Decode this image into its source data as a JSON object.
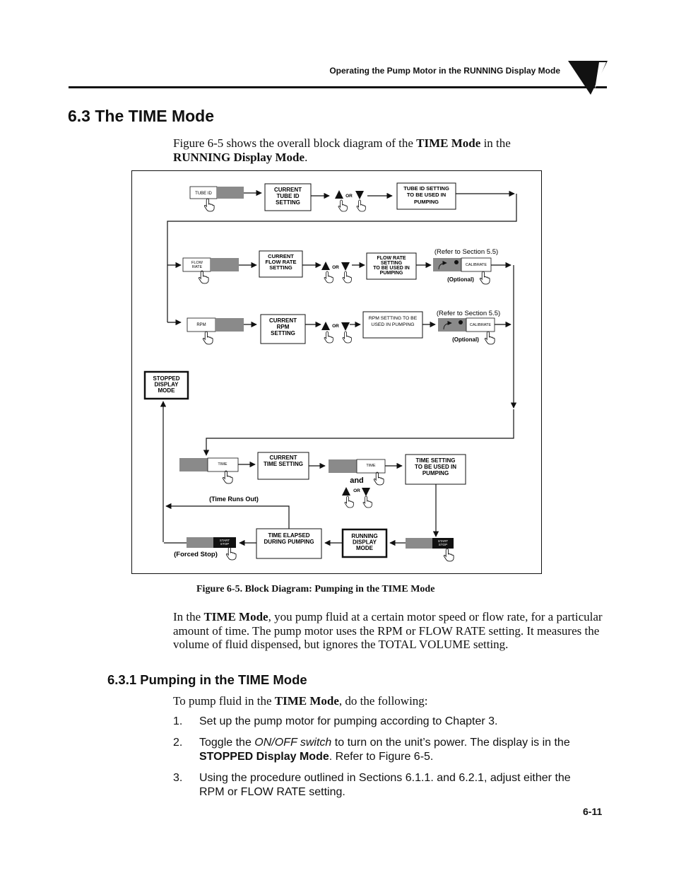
{
  "header": {
    "title": "Operating the Pump Motor in the RUNNING Display Mode"
  },
  "section": {
    "title": "6.3  The TIME Mode"
  },
  "intro": {
    "p1": "Figure 6-5 shows the overall block diagram of the ",
    "b1": "TIME Mode",
    "p2": " in the ",
    "b2": "RUNNING Display Mode",
    "p3": "."
  },
  "diagram": {
    "tube_id_key": "TUBE ID",
    "current_tube_id": [
      "CURRENT",
      "TUBE ID",
      "SETTING"
    ],
    "or": "OR",
    "tube_id_setting": [
      "TUBE ID SETTING",
      "TO BE USED IN",
      "PUMPING"
    ],
    "flow_rate_key": [
      "FLOW",
      "RATE"
    ],
    "current_flow_rate": [
      "CURRENT",
      "FLOW RATE",
      "SETTING"
    ],
    "flow_rate_setting": [
      "FLOW RATE",
      "SETTING",
      "TO BE USED IN",
      "PUMPING"
    ],
    "refer": "(Refer to Section 5.5)",
    "calibrate": "CALIBRATE",
    "optional": "(Optional)",
    "rpm_key": "RPM",
    "current_rpm": [
      "CURRENT",
      "RPM",
      "SETTING"
    ],
    "rpm_setting": [
      "RPM SETTING TO BE",
      "USED IN PUMPING"
    ],
    "stopped_mode": [
      "STOPPED",
      "DISPLAY",
      "MODE"
    ],
    "time_key": "TIME",
    "current_time": [
      "CURRENT",
      "TIME SETTING"
    ],
    "and": "and",
    "time_setting": [
      "TIME SETTING",
      "TO BE USED IN",
      "PUMPING"
    ],
    "time_runs_out": "(Time Runs Out)",
    "start_stop": [
      "START",
      "STOP"
    ],
    "time_elapsed": [
      "TIME ELAPSED",
      "DURING PUMPING"
    ],
    "running_mode": [
      "RUNNING",
      "DISPLAY",
      "MODE"
    ],
    "forced_stop": "(Forced Stop)"
  },
  "figure_caption": "Figure 6-5.  Block Diagram: Pumping in the TIME Mode",
  "body": {
    "p1": "In the ",
    "b1": "TIME Mode",
    "p2": ", you pump fluid at a certain motor speed or flow rate, for a particular amount of time.  The pump motor uses the RPM or FLOW RATE setting.  It measures the volume of fluid dispensed, but ignores the TOTAL VOLUME setting."
  },
  "subsection": {
    "title": "6.3.1  Pumping in the TIME Mode"
  },
  "todo": {
    "p1": "To pump fluid in the ",
    "b1": "TIME Mode",
    "p2": ", do the following:"
  },
  "steps": [
    {
      "num": "1.",
      "text": "Set up the pump motor for pumping according to Chapter 3."
    },
    {
      "num": "2.",
      "t1": "Toggle the ",
      "i1": "ON/OFF switch",
      "t2": " to turn on the unit’s power.  The display is in the ",
      "b1": "STOPPED Display Mode",
      "t3": ".  Refer to Figure 6-5."
    },
    {
      "num": "3.",
      "text": "Using the procedure outlined in Sections 6.1.1. and 6.2.1, adjust either the RPM or FLOW RATE setting."
    }
  ],
  "page_number": "6-11"
}
